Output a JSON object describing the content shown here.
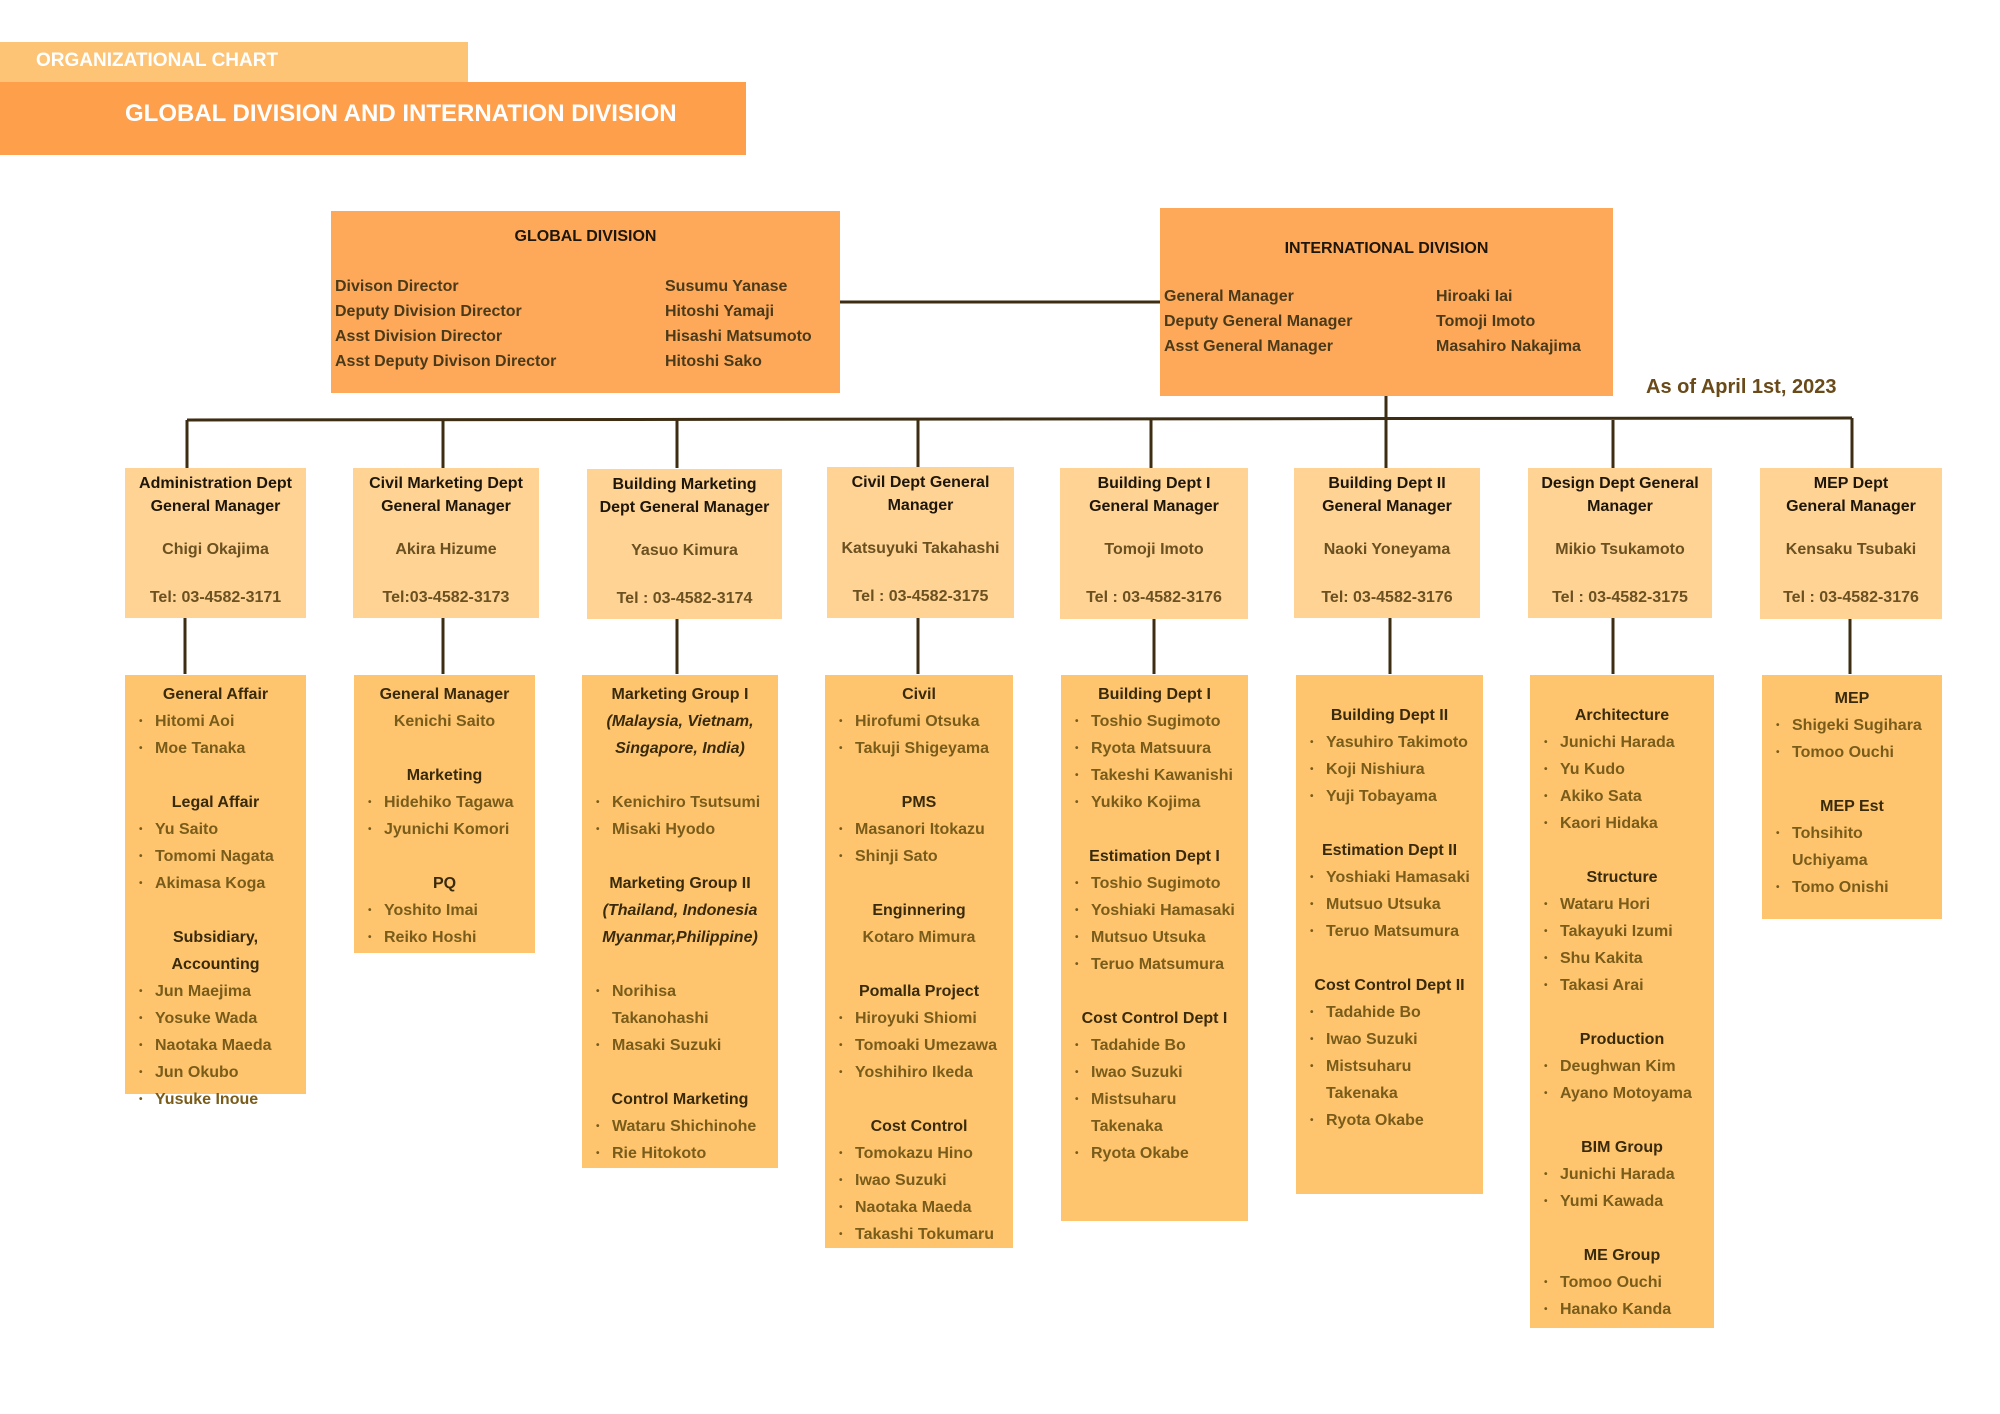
{
  "header": {
    "subtitle": "ORGANIZATIONAL CHART",
    "title": "GLOBAL DIVISION AND INTERNATION DIVISION"
  },
  "as_of": "As of April 1st, 2023",
  "global_division": {
    "title": "GLOBAL DIVISION",
    "rows": [
      {
        "role": "Divison Director",
        "name": "Susumu Yanase"
      },
      {
        "role": "Deputy Division Director",
        "name": "Hitoshi Yamaji"
      },
      {
        "role": "Asst Division Director",
        "name": "Hisashi Matsumoto"
      },
      {
        "role": "Asst Deputy Divison Director",
        "name": "Hitoshi Sako"
      }
    ]
  },
  "international_division": {
    "title": "INTERNATIONAL  DIVISION",
    "rows": [
      {
        "role": "General Manager",
        "name": "Hiroaki Iai"
      },
      {
        "role": "Deputy General Manager",
        "name": "Tomoji Imoto"
      },
      {
        "role": "Asst General Manager",
        "name": "Masahiro Nakajima"
      }
    ]
  },
  "departments": [
    {
      "title": [
        "Administration Dept",
        "General Manager"
      ],
      "manager": "Chigi Okajima",
      "tel": "Tel: 03-4582-3171",
      "team": [
        {
          "heading": "General Affair",
          "members": [
            "Hitomi  Aoi",
            "Moe Tanaka"
          ]
        },
        {
          "heading": "Legal Affair",
          "members": [
            "Yu Saito",
            "Tomomi Nagata",
            "Akimasa Koga"
          ]
        },
        {
          "heading": "Subsidiary, Accounting",
          "members": [
            "Jun Maejima",
            "Yosuke Wada",
            "Naotaka Maeda",
            "Jun Okubo",
            "Yusuke Inoue"
          ]
        }
      ]
    },
    {
      "title": [
        "Civil Marketing Dept",
        "General Manager"
      ],
      "manager": "Akira Hizume",
      "tel": "Tel:03-4582-3173",
      "team": [
        {
          "heading": "General Manager",
          "center": "Kenichi Saito",
          "members": []
        },
        {
          "heading": "Marketing",
          "members": [
            "Hidehiko Tagawa",
            "Jyunichi Komori"
          ]
        },
        {
          "heading": "PQ",
          "members": [
            "Yoshito Imai",
            "Reiko Hoshi"
          ]
        }
      ]
    },
    {
      "title": [
        "Building Marketing",
        "Dept General Manager"
      ],
      "manager": "Yasuo Kimura",
      "tel": "Tel : 03-4582-3174",
      "team": [
        {
          "heading": "Marketing Group I",
          "sub": "(Malaysia, Vietnam, Singapore, India)",
          "members": [
            "Kenichiro Tsutsumi",
            "Misaki Hyodo"
          ]
        },
        {
          "heading": "Marketing Group II",
          "sub": "(Thailand, Indonesia Myanmar,Philippine)",
          "members": [
            "Norihisa Takanohashi",
            "Masaki Suzuki"
          ]
        },
        {
          "heading": "Control Marketing",
          "members": [
            "Wataru Shichinohe",
            "Rie Hitokoto"
          ]
        }
      ]
    },
    {
      "title": [
        "Civil Dept General",
        "Manager"
      ],
      "manager": "Katsuyuki Takahashi",
      "tel": "Tel : 03-4582-3175",
      "team": [
        {
          "heading": "Civil",
          "members": [
            "Hirofumi Otsuka",
            "Takuji Shigeyama"
          ]
        },
        {
          "heading": "PMS",
          "members": [
            "Masanori Itokazu",
            "Shinji Sato"
          ]
        },
        {
          "heading": "Enginnering",
          "center": "Kotaro Mimura",
          "members": []
        },
        {
          "heading": "Pomalla Project",
          "members": [
            "Hiroyuki Shiomi",
            "Tomoaki Umezawa",
            "Yoshihiro Ikeda"
          ]
        },
        {
          "heading": "Cost Control",
          "members": [
            "Tomokazu Hino",
            "Iwao Suzuki",
            "Naotaka Maeda",
            "Takashi Tokumaru"
          ]
        }
      ]
    },
    {
      "title": [
        "Building Dept I",
        "General Manager"
      ],
      "manager": "Tomoji Imoto",
      "tel": "Tel : 03-4582-3176",
      "team": [
        {
          "heading": "Building Dept I",
          "members": [
            "Toshio Sugimoto",
            "Ryota Matsuura",
            "Takeshi Kawanishi",
            "Yukiko Kojima"
          ]
        },
        {
          "heading": "Estimation Dept I",
          "members": [
            "Toshio Sugimoto",
            "Yoshiaki Hamasaki",
            "Mutsuo Utsuka",
            "Teruo Matsumura"
          ]
        },
        {
          "heading": "Cost Control Dept I",
          "members": [
            "Tadahide Bo",
            "Iwao Suzuki",
            "Mistsuharu Takenaka",
            "Ryota Okabe"
          ]
        }
      ]
    },
    {
      "title": [
        "Building Dept II",
        "General Manager"
      ],
      "manager": "Naoki Yoneyama",
      "tel": "Tel: 03-4582-3176",
      "team": [
        {
          "heading": "Building Dept II",
          "members": [
            "Yasuhiro Takimoto",
            "Koji Nishiura",
            "Yuji Tobayama"
          ]
        },
        {
          "heading": "Estimation Dept II",
          "members": [
            "Yoshiaki Hamasaki",
            "Mutsuo Utsuka",
            "Teruo Matsumura"
          ]
        },
        {
          "heading": "Cost Control Dept II",
          "members": [
            "Tadahide Bo",
            "Iwao Suzuki",
            "Mistsuharu Takenaka",
            "Ryota Okabe"
          ]
        }
      ]
    },
    {
      "title": [
        "Design Dept General",
        "Manager"
      ],
      "manager": "Mikio Tsukamoto",
      "tel": "Tel : 03-4582-3175",
      "team": [
        {
          "heading": "Architecture",
          "members": [
            "Junichi Harada",
            "Yu Kudo",
            "Akiko Sata",
            "Kaori  Hidaka"
          ]
        },
        {
          "heading": "Structure",
          "members": [
            "Wataru Hori",
            "Takayuki Izumi",
            "Shu Kakita",
            "Takasi Arai"
          ]
        },
        {
          "heading": "Production",
          "members": [
            "Deughwan Kim",
            "Ayano Motoyama"
          ]
        },
        {
          "heading": "BIM Group",
          "members": [
            "Junichi Harada",
            "Yumi Kawada"
          ]
        },
        {
          "heading": "ME Group",
          "members": [
            "Tomoo Ouchi",
            "Hanako Kanda"
          ]
        }
      ]
    },
    {
      "title": [
        "MEP Dept",
        "General Manager"
      ],
      "manager": "Kensaku Tsubaki",
      "tel": "Tel : 03-4582-3176",
      "team": [
        {
          "heading": "MEP",
          "members": [
            "Shigeki Sugihara",
            "Tomoo Ouchi"
          ]
        },
        {
          "heading": "MEP Est",
          "members": [
            "Tohsihito Uchiyama",
            "Tomo Onishi"
          ]
        }
      ]
    }
  ]
}
